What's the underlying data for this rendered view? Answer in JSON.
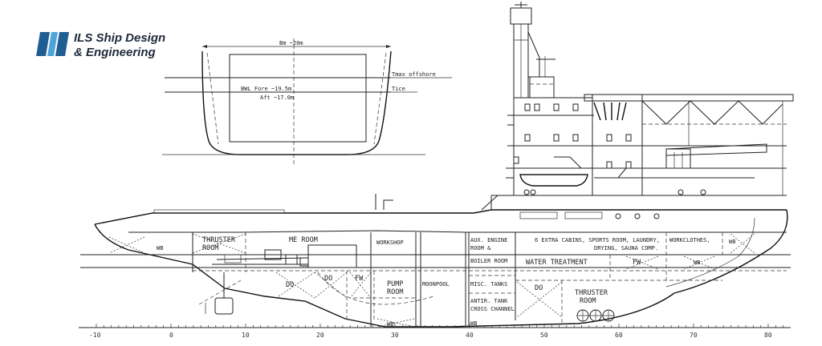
{
  "logo": {
    "line1": "ILS Ship Design",
    "line2": "& Engineering",
    "colors": {
      "dark": "#1f5d93",
      "light": "#4fa3d9"
    }
  },
  "section": {
    "beam_label": "Bm ~20m",
    "tmax_label": "Tmax offshore",
    "tice_label": "Tice",
    "bwl_fore": "BWL Fore  ~19.5m",
    "bwl_aft": "Aft   ~17.0m"
  },
  "rooms": {
    "thruster_room_aft": [
      "THRUSTER",
      "ROOM"
    ],
    "me_room": "ME ROOM",
    "workshop": "WORKSHOP",
    "aux_engine": [
      "AUX. ENGINE",
      "ROOM &"
    ],
    "boiler_room": "BOILER ROOM",
    "extra_cabins": "6 EXTRA CABINS, SPORTS ROOM, LAUNDRY,",
    "drying": "DRYING, SAUNA COMP.",
    "workclothes": "WORKCLOTHES,",
    "water_treatment": "WATER TREATMENT",
    "pump_room": [
      "PUMP",
      "ROOM"
    ],
    "moonpool": "MOONPOOL",
    "misc_tanks": "MISC. TANKS",
    "antir_tank": [
      "ANTIR. TANK",
      "CROSS CHANNEL"
    ],
    "thruster_room_fwd": [
      "THRUSTER",
      "ROOM"
    ]
  },
  "tank_labels": {
    "wb": "WB",
    "do": "DO",
    "fw": "FW"
  },
  "axis_ticks": [
    "-10",
    "0",
    "10",
    "20",
    "30",
    "40",
    "50",
    "60",
    "70",
    "80"
  ]
}
